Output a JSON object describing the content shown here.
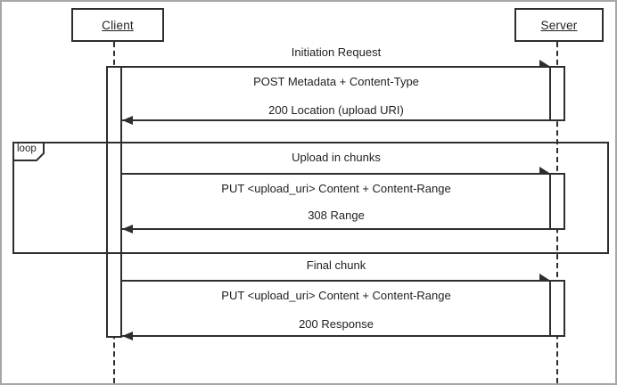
{
  "actors": {
    "client": "Client",
    "server": "Server"
  },
  "fragment": {
    "label": "loop"
  },
  "sections": [
    {
      "title": "Initiation Request",
      "request": "POST Metadata + Content-Type",
      "response": "200 Location (upload URI)"
    },
    {
      "title": "Upload in chunks",
      "request": "PUT <upload_uri> Content + Content-Range",
      "response": "308 Range"
    },
    {
      "title": "Final chunk",
      "request": "PUT <upload_uri> Content + Content-Range",
      "response": "200 Response"
    }
  ],
  "colors": {
    "line": "#2e2e2e",
    "canvas_border": "#a6a6a6",
    "background": "#ffffff"
  }
}
